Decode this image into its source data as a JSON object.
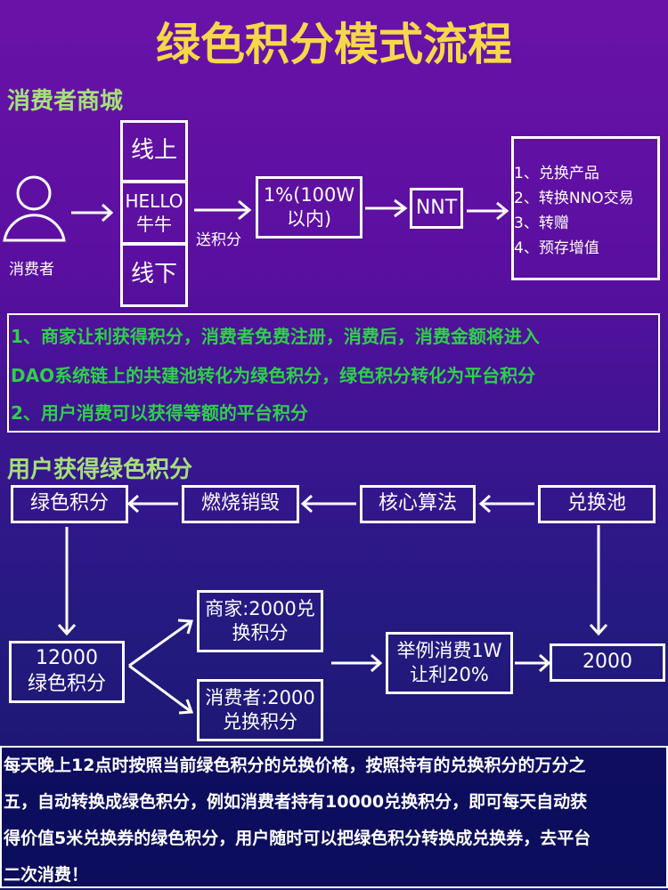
{
  "title": "绿色积分模式流程",
  "section1": {
    "heading": "消费者商城",
    "consumer": "消费者",
    "online": "线上",
    "brand": "HELLO\n牛牛",
    "offline": "线下",
    "send_points": "送积分",
    "percent": "1%(100W\n以内)",
    "nnt": "NNT",
    "uses": [
      "1、兑换产品",
      "2、转换NNO交易",
      "3、转赠",
      "4、预存增值"
    ]
  },
  "notes": [
    "1、商家让利获得积分，消费者免费注册，消费后，消费金额将进入",
    "DAO系统链上的共建池转化为绿色积分，绿色积分转化为平台积分",
    "2、用户消费可以获得等额的平台积分"
  ],
  "section2": {
    "heading": "用户获得绿色积分",
    "green_points": "绿色积分",
    "burn": "燃烧销毁",
    "algorithm": "核心算法",
    "pool": "兑换池",
    "total": "12000\n绿色积分",
    "merchant": "商家:2000兑\n换积分",
    "consumer": "消费者:2000\n兑换积分",
    "example": "举例消费1W\n让利20%",
    "result": "2000"
  },
  "footer": [
    "每天晚上12点时按照当前绿色积分的兑换价格，按照持有的兑换积分的万分之",
    "五，自动转换成绿色积分，例如消费者持有10000兑换积分，即可每天自动获",
    "得价值5米兑换券的绿色积分，用户随时可以把绿色积分转换成兑换券，去平台",
    "二次消费！"
  ]
}
